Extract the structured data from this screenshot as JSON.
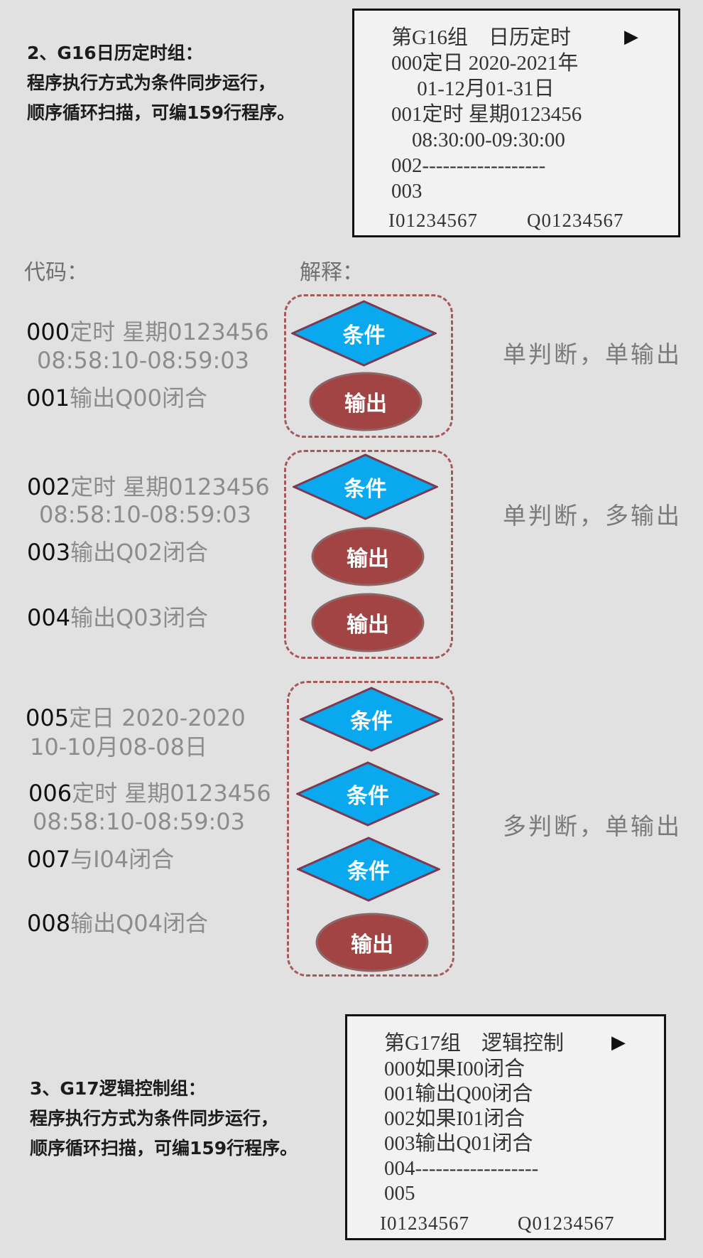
{
  "section2": {
    "title": "2、G16日历定时组：",
    "line1": "程序执行方式为条件同步运行，",
    "line2": "顺序循环扫描，可编159行程序。"
  },
  "lcd1": {
    "header": "第G16组　日历定时",
    "arrow": "▶",
    "lines": [
      "000定日 2020-2021年",
      "　 01-12月01-31日",
      "001定时 星期0123456",
      "　08:30:00-09:30:00",
      "002------------------",
      "003"
    ],
    "io_in": "I01234567",
    "io_out": "Q01234567"
  },
  "headers": {
    "code": "代码：",
    "explain": "解释："
  },
  "group1": {
    "l000_num": "000",
    "l000_text": "定时 星期0123456",
    "l000_time": "08:58:10-08:59:03",
    "l001_num": "001",
    "l001_text": "输出Q00闭合",
    "shape1": "条件",
    "shape2": "输出",
    "note": "单判断，单输出"
  },
  "group2": {
    "l002_num": "002",
    "l002_text": "定时 星期0123456",
    "l002_time": "08:58:10-08:59:03",
    "l003_num": "003",
    "l003_text": "输出Q02闭合",
    "l004_num": "004",
    "l004_text": "输出Q03闭合",
    "shape1": "条件",
    "shape2": "输出",
    "shape3": "输出",
    "note": "单判断，多输出"
  },
  "group3": {
    "l005_num": "005",
    "l005_text": "定日 2020-2020",
    "l005_date": "10-10月08-08日",
    "l006_num": "006",
    "l006_text": "定时 星期0123456",
    "l006_time": "08:58:10-08:59:03",
    "l007_num": "007",
    "l007_text": "与I04闭合",
    "l008_num": "008",
    "l008_text": "输出Q04闭合",
    "shape1": "条件",
    "shape2": "条件",
    "shape3": "条件",
    "shape4": "输出",
    "note": "多判断，单输出"
  },
  "section3": {
    "title": "3、G17逻辑控制组：",
    "line1": "程序执行方式为条件同步运行，",
    "line2": "顺序循环扫描，可编159行程序。"
  },
  "lcd2": {
    "header": "第G17组　逻辑控制",
    "arrow": "▶",
    "lines": [
      "000如果I00闭合",
      "001输出Q00闭合",
      "002如果I01闭合",
      "003输出Q01闭合",
      "004------------------",
      "005"
    ],
    "io_in": "I01234567",
    "io_out": "Q01234567"
  },
  "colors": {
    "condition": "#0aa8ee",
    "output": "#a34444",
    "dashed_border": "#a85858"
  }
}
